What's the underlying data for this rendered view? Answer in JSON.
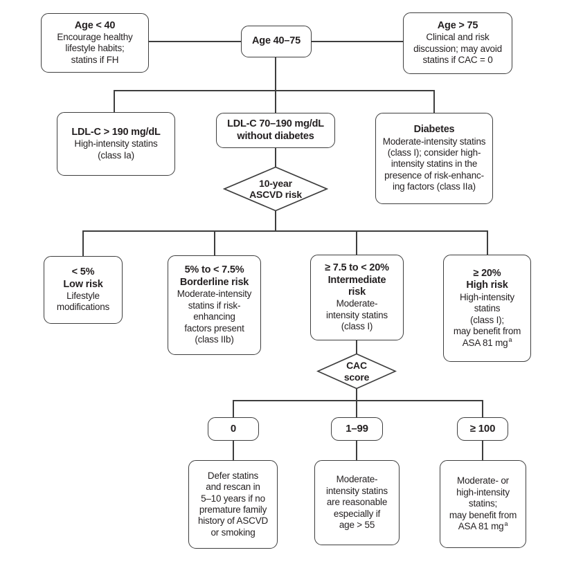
{
  "footnote_marker": "a",
  "colors": {
    "border": "#3d3d3d",
    "text": "#231f20",
    "background": "#ffffff"
  },
  "nodes": {
    "age_lt_40": {
      "title": "Age < 40",
      "body": "Encourage healthy\nlifestyle habits;\nstatins if FH"
    },
    "age_40_75": {
      "title": "Age 40–75"
    },
    "age_gt_75": {
      "title": "Age > 75",
      "body": "Clinical and risk\ndiscussion; may avoid\nstatins if CAC = 0"
    },
    "ldl_gt_190": {
      "title": "LDL-C > 190 mg/dL",
      "body": "High-intensity statins\n(class Ia)"
    },
    "ldl_70_190": {
      "title": "LDL-C 70–190 mg/dL\nwithout diabetes"
    },
    "diabetes": {
      "title": "Diabetes",
      "body": "Moderate-intensity statins\n(class I); consider high-\nintensity statins in the\npresence of risk-enhanc-\ning factors (class IIa)"
    },
    "ascvd_diamond": {
      "title": "10-year\nASCVD risk"
    },
    "low_risk": {
      "title": "< 5%\nLow risk",
      "body": "Lifestyle\nmodifications"
    },
    "borderline_risk": {
      "title": "5% to < 7.5%\nBorderline risk",
      "body": "Moderate-intensity\nstatins if risk-\nenhancing\nfactors present\n(class IIb)"
    },
    "intermediate_risk": {
      "title": "≥ 7.5 to < 20%\nIntermediate\nrisk",
      "body": "Moderate-\nintensity statins\n(class I)"
    },
    "high_risk": {
      "title": "≥ 20%\nHigh risk",
      "body": "High-intensity\nstatins\n(class I);\nmay benefit from\nASA 81 mg"
    },
    "cac_diamond": {
      "title": "CAC\nscore"
    },
    "cac_0": {
      "title": "0"
    },
    "cac_1_99": {
      "title": "1–99"
    },
    "cac_ge_100": {
      "title": "≥ 100"
    },
    "cac_0_action": {
      "body": "Defer statins\nand rescan in\n5–10 years if no\npremature family\nhistory of ASCVD\nor smoking"
    },
    "cac_1_99_action": {
      "body": "Moderate-\nintensity statins\nare reasonable\nespecially if\nage > 55"
    },
    "cac_ge_100_action": {
      "body": "Moderate- or\nhigh-intensity\nstatins;\nmay benefit from\nASA 81 mg"
    }
  }
}
